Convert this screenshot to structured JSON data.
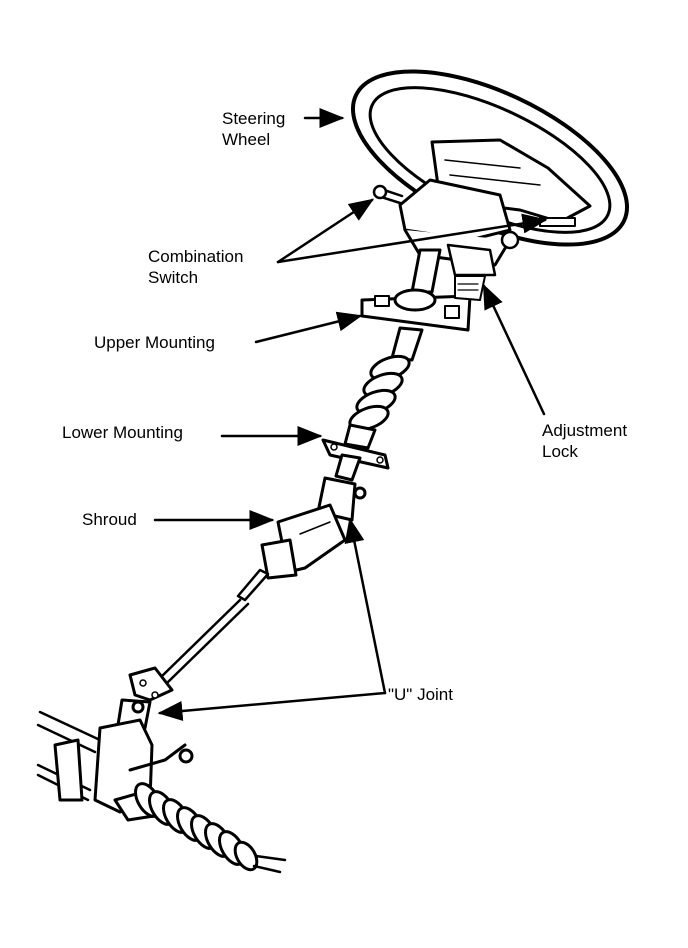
{
  "diagram": {
    "subject": "Steering column assembly",
    "labels": {
      "steering_wheel": [
        "Steering",
        "Wheel"
      ],
      "combination_switch": [
        "Combination",
        "Switch"
      ],
      "upper_mounting": "Upper Mounting",
      "lower_mounting": "Lower Mounting",
      "shroud": "Shroud",
      "adjustment_lock": [
        "Adjustment",
        "Lock"
      ],
      "u_joint": "\"U\" Joint"
    },
    "colors": {
      "ink": "#000000",
      "paper": "#ffffff"
    }
  }
}
